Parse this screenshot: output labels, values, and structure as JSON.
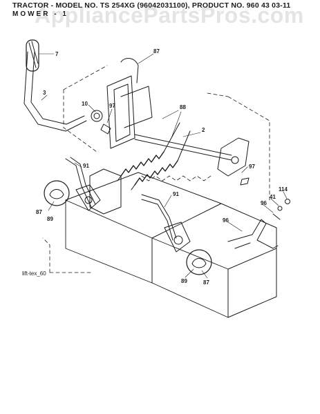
{
  "header": {
    "title": "TRACTOR - MODEL NO. TS 254XG (96042031100), PRODUCT NO. 960 43 03-11",
    "subtitle": "MOWER - 1"
  },
  "watermark": "AppliancePartsPros.com",
  "callouts": [
    {
      "id": "c7",
      "label": "7"
    },
    {
      "id": "c3",
      "label": "3"
    },
    {
      "id": "c87a",
      "label": "87"
    },
    {
      "id": "c10",
      "label": "10"
    },
    {
      "id": "c97a",
      "label": "97"
    },
    {
      "id": "c88",
      "label": "88"
    },
    {
      "id": "c2",
      "label": "2"
    },
    {
      "id": "c91a",
      "label": "91"
    },
    {
      "id": "c97b",
      "label": "97"
    },
    {
      "id": "c87b",
      "label": "87"
    },
    {
      "id": "c89a",
      "label": "89"
    },
    {
      "id": "c91b",
      "label": "91"
    },
    {
      "id": "c114",
      "label": "114"
    },
    {
      "id": "c41",
      "label": "41"
    },
    {
      "id": "c96a",
      "label": "96"
    },
    {
      "id": "c96b",
      "label": "96"
    },
    {
      "id": "c89b",
      "label": "89"
    },
    {
      "id": "c87c",
      "label": "87"
    }
  ],
  "figure_ref": "lift-tex_60",
  "colors": {
    "line": "#1a1a1a",
    "watermark": "#cdcdcd",
    "background": "#ffffff"
  }
}
